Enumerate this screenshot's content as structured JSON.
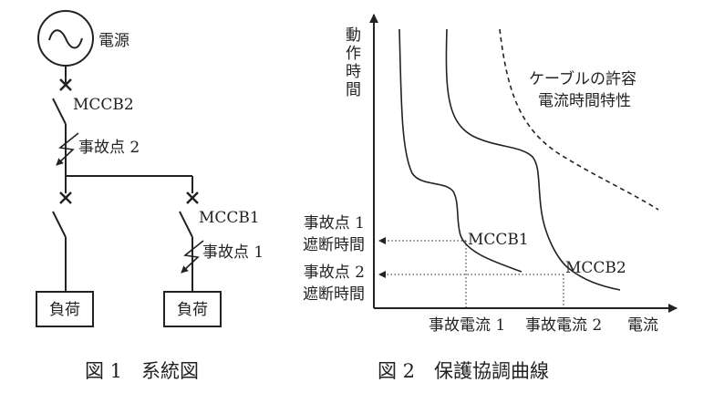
{
  "figure1": {
    "source_label": "電源",
    "mccb2_label": "MCCB2",
    "fault2_label": "事故点 2",
    "mccb1_label": "MCCB1",
    "fault1_label": "事故点 1",
    "load_left": "負荷",
    "load_right": "負荷",
    "caption": "図 1　系統図"
  },
  "figure2": {
    "y_axis_chars": [
      "動",
      "作",
      "時",
      "間"
    ],
    "cable_label_line1": "ケーブルの許容",
    "cable_label_line2": "電流時間特性",
    "fault1_time_line1": "事故点 1",
    "fault1_time_line2": "遮断時間",
    "fault2_time_line1": "事故点 2",
    "fault2_time_line2": "遮断時間",
    "curve1_label": "MCCB1",
    "curve2_label": "MCCB2",
    "x_label_fault1": "事故電流 1",
    "x_label_fault2": "事故電流 2",
    "x_axis_label": "電流",
    "caption": "図 2　保護協調曲線"
  }
}
